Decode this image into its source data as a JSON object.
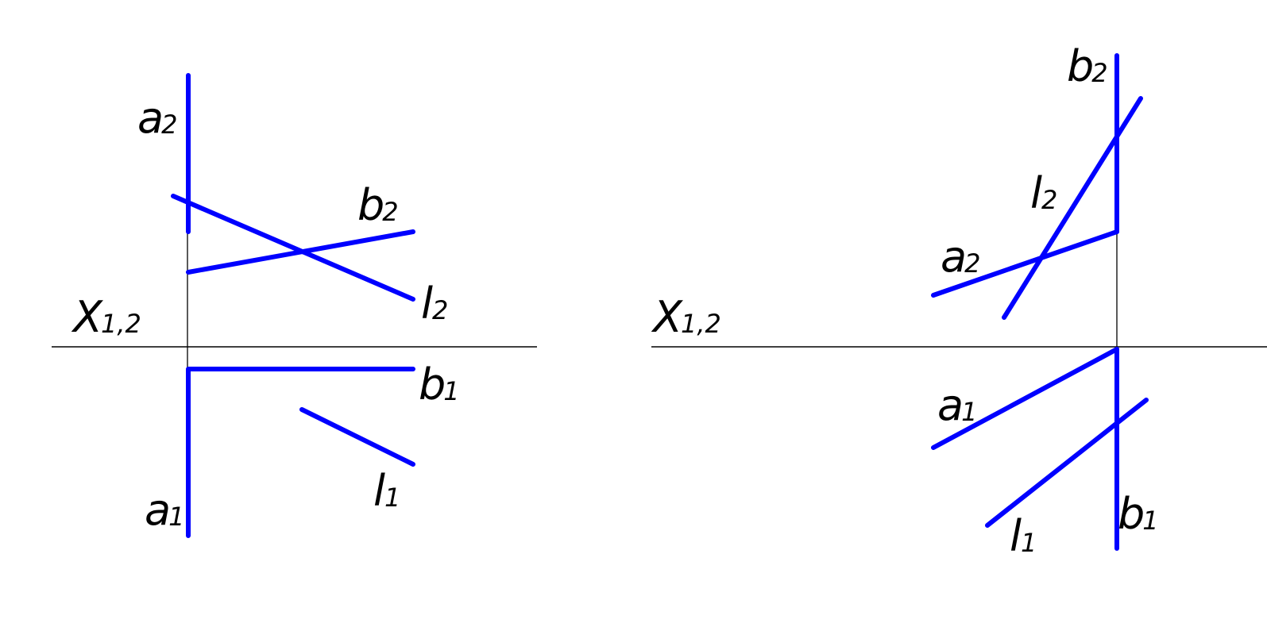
{
  "colors": {
    "line": "#0000ff",
    "axis": "#000000",
    "background": "#ffffff"
  },
  "left": {
    "axis": {
      "main": "X",
      "sub": "1,2"
    },
    "a2": {
      "main": "a",
      "sub": "2"
    },
    "b2": {
      "main": "b",
      "sub": "2"
    },
    "l2": {
      "main": "l",
      "sub": "2"
    },
    "b1": {
      "main": "b",
      "sub": "1"
    },
    "a1": {
      "main": "a",
      "sub": "1"
    },
    "l1": {
      "main": "l",
      "sub": "1"
    }
  },
  "right": {
    "axis": {
      "main": "X",
      "sub": "1,2"
    },
    "b2": {
      "main": "b",
      "sub": "2"
    },
    "l2": {
      "main": "l",
      "sub": "2"
    },
    "a2": {
      "main": "a",
      "sub": "2"
    },
    "a1": {
      "main": "a",
      "sub": "1"
    },
    "b1": {
      "main": "b",
      "sub": "1"
    },
    "l1": {
      "main": "l",
      "sub": "1"
    }
  }
}
